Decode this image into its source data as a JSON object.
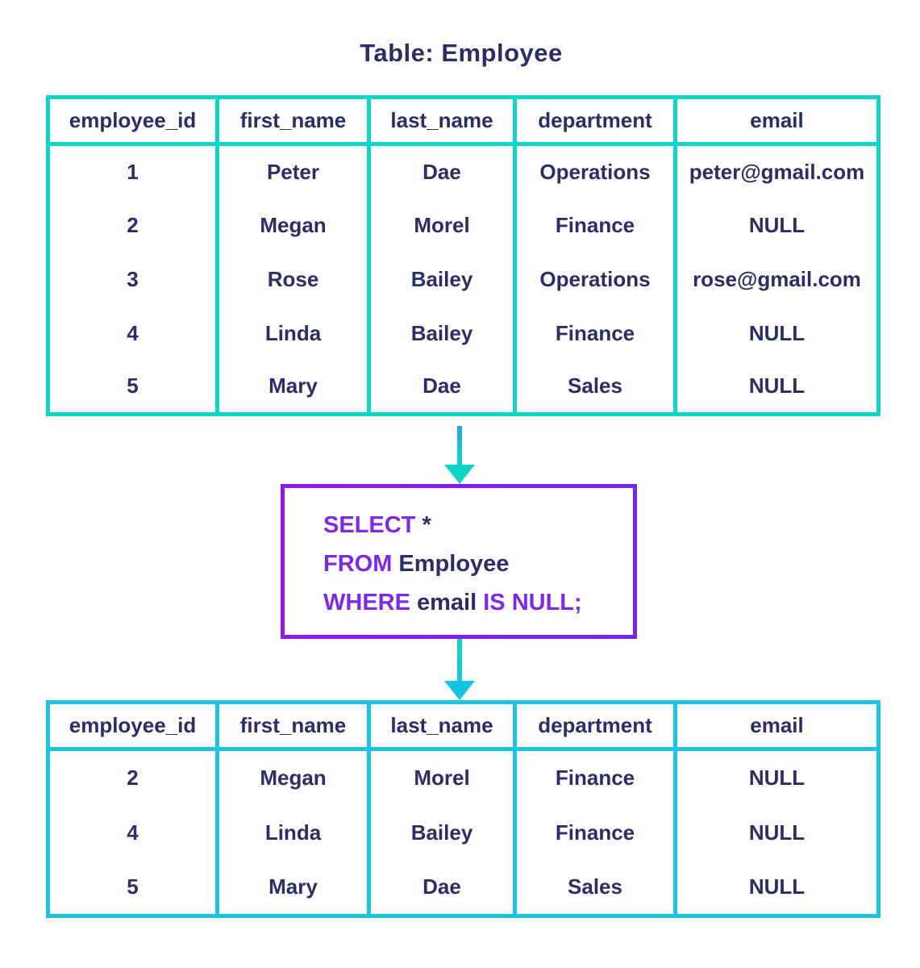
{
  "title": "Table: Employee",
  "colors": {
    "background": "#FFFFFF",
    "text_navy": "#2B2E63",
    "top_table_border_teal": "#12D6C5",
    "bottom_table_border_blue": "#1DC3E0",
    "sql_keyword_purple": "#7D2AE4",
    "sql_box_border_gradient_left": "#9516EA",
    "sql_box_border_gradient_right": "#7524EE",
    "arrow_cyan": "#0ED4C6"
  },
  "tables": [
    {
      "name": "employee-source-table",
      "columns": [
        "employee_id",
        "first_name",
        "last_name",
        "department",
        "email"
      ],
      "rows": [
        [
          "1",
          "Peter",
          "Dae",
          "Operations",
          "peter@gmail.com"
        ],
        [
          "2",
          "Megan",
          "Morel",
          "Finance",
          "NULL"
        ],
        [
          "3",
          "Rose",
          "Bailey",
          "Operations",
          "rose@gmail.com"
        ],
        [
          "4",
          "Linda",
          "Bailey",
          "Finance",
          "NULL"
        ],
        [
          "5",
          "Mary",
          "Dae",
          "Sales",
          "NULL"
        ]
      ]
    },
    {
      "name": "query-result-table",
      "columns": [
        "employee_id",
        "first_name",
        "last_name",
        "department",
        "email"
      ],
      "rows": [
        [
          "2",
          "Megan",
          "Morel",
          "Finance",
          "NULL"
        ],
        [
          "4",
          "Linda",
          "Bailey",
          "Finance",
          "NULL"
        ],
        [
          "5",
          "Mary",
          "Dae",
          "Sales",
          "NULL"
        ]
      ]
    }
  ],
  "sql_box": {
    "lines": [
      {
        "segments": [
          {
            "text": "SELECT",
            "type": "keyword"
          },
          {
            "text": " *",
            "type": "plain"
          }
        ]
      },
      {
        "segments": [
          {
            "text": "FROM",
            "type": "keyword"
          },
          {
            "text": " Employee",
            "type": "plain"
          }
        ]
      },
      {
        "segments": [
          {
            "text": "WHERE",
            "type": "keyword"
          },
          {
            "text": " email ",
            "type": "plain"
          },
          {
            "text": "IS NULL;",
            "type": "keyword"
          }
        ]
      }
    ]
  }
}
